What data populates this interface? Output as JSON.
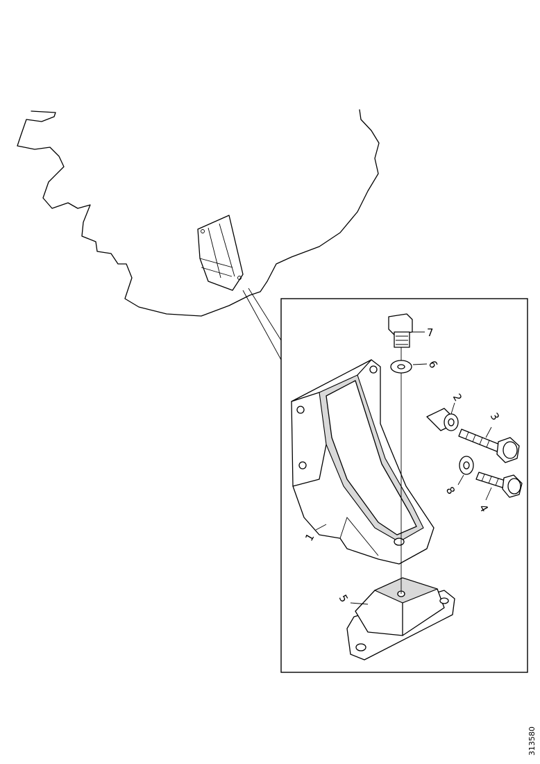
{
  "diagram": {
    "callouts": {
      "c1": "1",
      "c2": "2",
      "c3": "3",
      "c4": "4",
      "c5": "5",
      "c6": "6",
      "c7": "7",
      "c8": "8"
    },
    "reference_number": "313580"
  }
}
